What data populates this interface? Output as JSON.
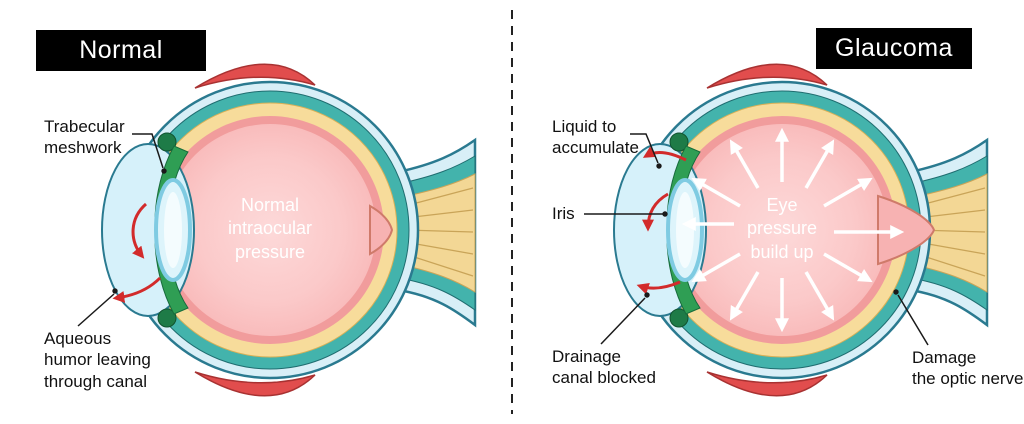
{
  "diagram": {
    "left": {
      "title": "Normal",
      "center_label": "Normal\nintraocular\npressure",
      "labels": {
        "trabecular": "Trabecular\nmeshwork",
        "aqueous": "Aqueous\nhumor leaving\nthrough canal"
      }
    },
    "right": {
      "title": "Glaucoma",
      "center_label": "Eye\npressure\nbuild up",
      "labels": {
        "liquid": "Liquid to\naccumulate",
        "iris": "Iris",
        "drainage": "Drainage\ncanal blocked",
        "damage": "Damage\nthe optic nerve"
      }
    },
    "colors": {
      "sclera_lightblue": "#d8eff7",
      "outline_blue": "#2a7a90",
      "choroid_teal": "#43b3ac",
      "retina_yellow": "#f7dc9b",
      "vitreous_pink_rim": "#f19c9c",
      "vitreous_pink": "#fbc9c9",
      "muscle_red": "#e14d4d",
      "iris_green": "#2f9e54",
      "ciliary_green": "#1e7b47",
      "optic_nerve_tan": "#f3d795",
      "label_ink": "#111111",
      "title_bg": "#000000",
      "title_fg": "#ffffff",
      "pressure_arrow": "#ffffff",
      "flow_arrow": "#d22b2b"
    }
  }
}
